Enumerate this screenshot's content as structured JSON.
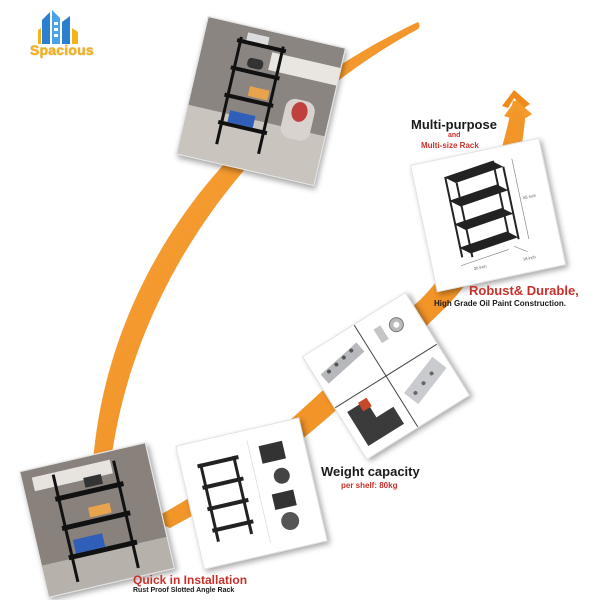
{
  "brand": {
    "name": "Spacious"
  },
  "colors": {
    "accent_orange": "#f39a2b",
    "red_text": "#c8312b",
    "dark_text": "#1a1a1a",
    "logo_blue": "#2a7fd0",
    "logo_yellow": "#f4b21b"
  },
  "features": {
    "multipurpose": {
      "title": "Multi-purpose",
      "connector": "and",
      "subtitle": "Multi-size Rack"
    },
    "robust": {
      "title": "Robust& Durable,",
      "subtitle": "High Grade Oil Paint Construction."
    },
    "weight": {
      "title": "Weight capacity",
      "subtitle": "per shelf: 80kg"
    },
    "install": {
      "title": "Quick in Installation",
      "subtitle": "Rust Proof Slotted Angle Rack"
    }
  },
  "dimensions": {
    "height": "85 inch",
    "width": "36 inch",
    "depth": "18 inch"
  },
  "icons": [
    "building-logo-icon",
    "rack-photo",
    "dimension-diagram",
    "hardware-parts-photo",
    "assembly-diagram"
  ]
}
